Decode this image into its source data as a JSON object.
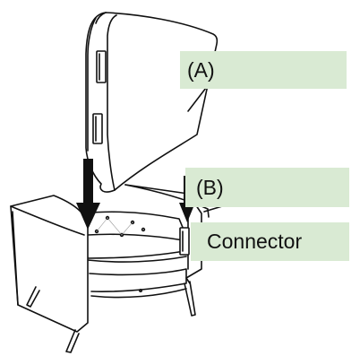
{
  "labels": {
    "part_a": "(A)",
    "part_b": "(B)",
    "connector": "Connector"
  },
  "colors": {
    "label_background": "#d9ead3",
    "line": "#111111",
    "arrow": "#111111",
    "background": "#ffffff"
  }
}
